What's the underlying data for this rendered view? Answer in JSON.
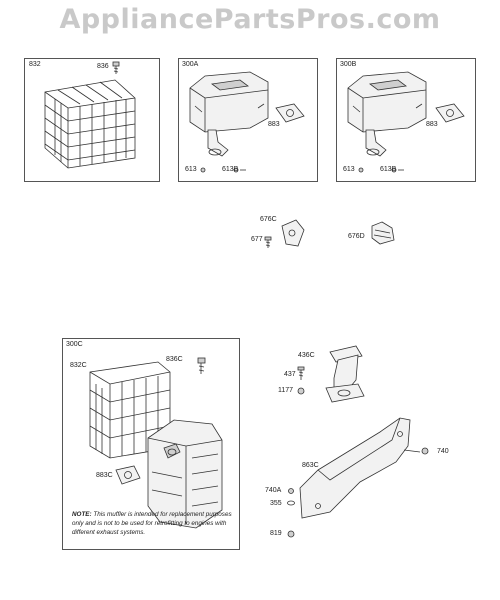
{
  "watermark": "AppliancePartsPros.com",
  "panels": {
    "p832": {
      "title": "832",
      "labels": {
        "a": "836"
      }
    },
    "p300a": {
      "title": "300A",
      "labels": {
        "a": "883",
        "b": "613",
        "c": "613B"
      }
    },
    "p300b": {
      "title": "300B",
      "labels": {
        "a": "883",
        "b": "613",
        "c": "613B"
      }
    },
    "p300c": {
      "title": "300C",
      "labels": {
        "a": "832C",
        "b": "836C",
        "c": "883C"
      },
      "note_title": "NOTE:",
      "note_text": "This muffler is intended for replacement purposes only and is not to be used for retrofitting to engines with different exhaust systems."
    }
  },
  "loose_labels": {
    "l676c": "676C",
    "l677": "677",
    "l676d": "676D",
    "l436c": "436C",
    "l437": "437",
    "l1177": "1177",
    "l740": "740",
    "l863c": "863C",
    "l740a": "740A",
    "l355": "355",
    "l819": "819"
  }
}
